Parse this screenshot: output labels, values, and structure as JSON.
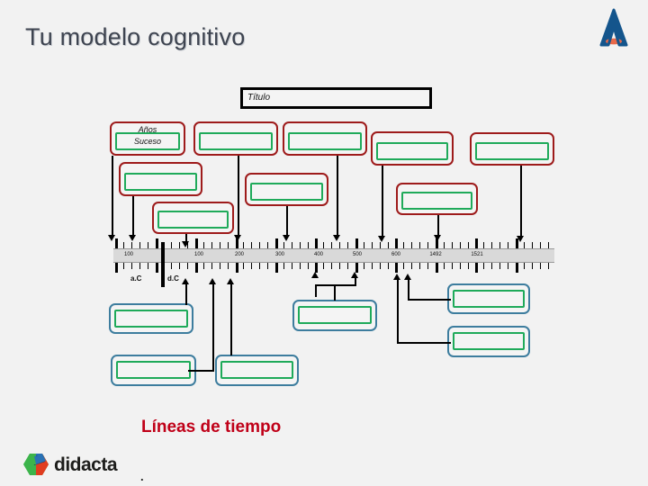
{
  "slide": {
    "title": "Tu modelo cognitivo",
    "footer_title": "Líneas de tiempo",
    "background_color": "#f2f2f2",
    "title_color": "#3e4450",
    "footer_color": "#c00018"
  },
  "corner_logo": {
    "name": "andalucia-a-logo",
    "letter": "A",
    "primary_color": "#14558c",
    "accent_color": "#e8694a"
  },
  "brand": {
    "name": "didacta",
    "wordmark": "didacta",
    "trailing_dot": ".",
    "colors": [
      "#3cb44b",
      "#2a72b5",
      "#e03c1f",
      "#1d3a5c"
    ]
  },
  "title_field": {
    "label": "Título",
    "border_color": "#000000"
  },
  "legend": {
    "years_label": "Años",
    "event_label": "Suceso"
  },
  "eras": {
    "before": "a.C",
    "after": "d.C"
  },
  "timeline": {
    "year_labels": [
      "100",
      "100",
      "200",
      "300",
      "400",
      "500",
      "600",
      "1492",
      "1521"
    ],
    "ruler_color": "#d9d9d9",
    "tick_color": "#000000"
  },
  "boxes": {
    "above_color_outer": "#9e1b1b",
    "above_color_inner": "#1faa5a",
    "below_color_outer": "#3d7d9e",
    "below_color_inner": "#1faa5a",
    "above": [
      {
        "id": "a1",
        "label": "",
        "band_label": "Años",
        "inner_label": "Suceso"
      },
      {
        "id": "a2",
        "label": "",
        "band_label": "",
        "inner_label": ""
      },
      {
        "id": "a3",
        "label": "",
        "band_label": "",
        "inner_label": ""
      },
      {
        "id": "a4",
        "label": "",
        "band_label": "",
        "inner_label": ""
      },
      {
        "id": "a5",
        "label": "",
        "band_label": "",
        "inner_label": ""
      },
      {
        "id": "a6",
        "label": "",
        "band_label": "",
        "inner_label": ""
      },
      {
        "id": "a7",
        "label": "",
        "band_label": "",
        "inner_label": ""
      },
      {
        "id": "a8",
        "label": "",
        "band_label": "",
        "inner_label": ""
      },
      {
        "id": "a9",
        "label": "",
        "band_label": "",
        "inner_label": ""
      }
    ],
    "below": [
      {
        "id": "b1",
        "label": "",
        "inner_label": ""
      },
      {
        "id": "b2",
        "label": "",
        "inner_label": ""
      },
      {
        "id": "b3",
        "label": "",
        "inner_label": ""
      },
      {
        "id": "b4",
        "label": "",
        "inner_label": ""
      },
      {
        "id": "b5",
        "label": "",
        "inner_label": ""
      },
      {
        "id": "b6",
        "label": "",
        "inner_label": ""
      }
    ]
  }
}
